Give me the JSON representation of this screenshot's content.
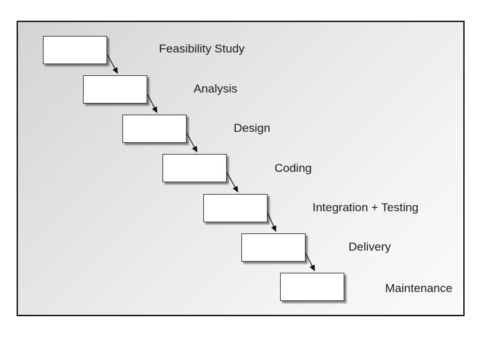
{
  "diagram": {
    "stages": [
      {
        "label": "Feasibility Study"
      },
      {
        "label": "Analysis"
      },
      {
        "label": "Design"
      },
      {
        "label": "Coding"
      },
      {
        "label": "Integration + Testing"
      },
      {
        "label": "Delivery"
      },
      {
        "label": "Maintenance"
      }
    ],
    "colors": {
      "border": "#1a1a1a",
      "box_fill": "#ffffff",
      "text": "#1a1a1a"
    }
  }
}
